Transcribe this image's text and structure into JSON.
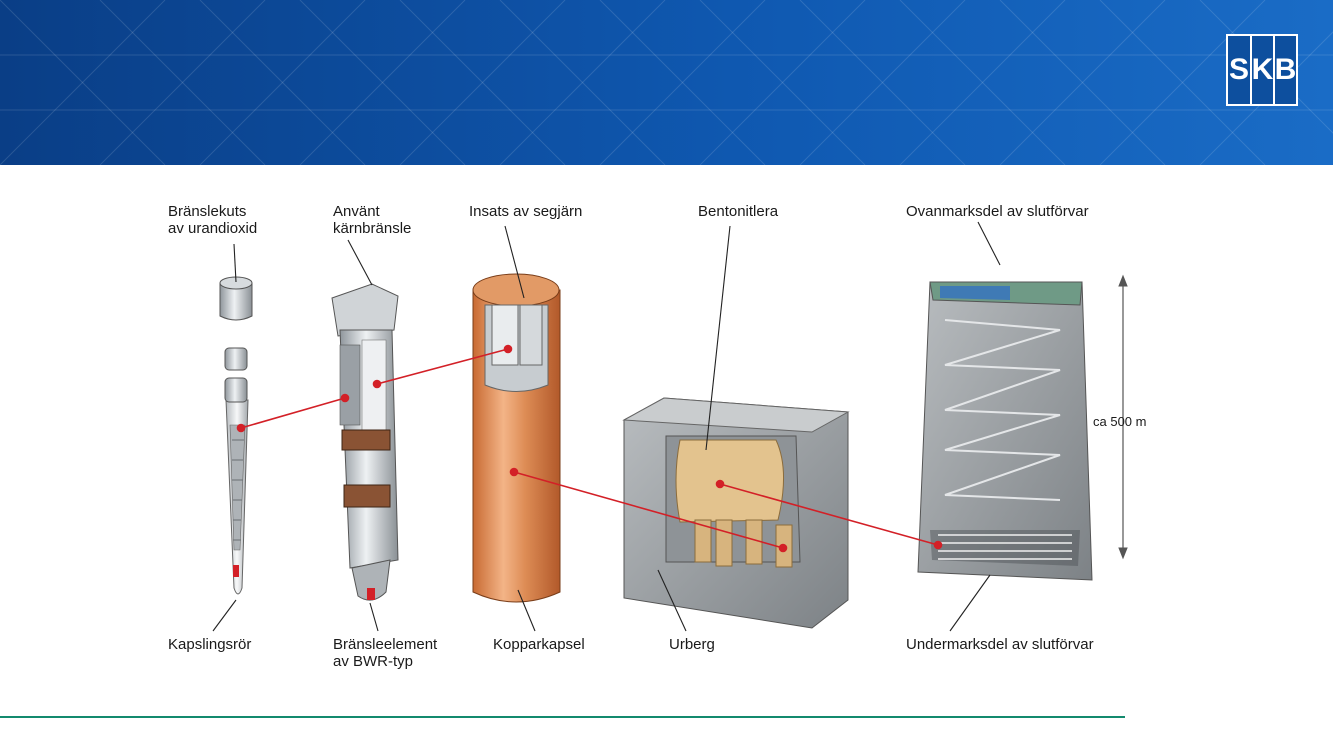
{
  "logo": {
    "letters": [
      "S",
      "K",
      "B"
    ]
  },
  "labels": {
    "pellet": "Bränslekuts\nav urandioxid",
    "spent_fuel": "Använt\nkärnbränsle",
    "insert": "Insats av segjärn",
    "bentonite": "Bentonitlera",
    "surface": "Ovanmarksdel av slutförvar",
    "cladding": "Kapslingsrör",
    "element": "Bränsleelement\nav BWR-typ",
    "copper": "Kopparkapsel",
    "bedrock": "Urberg",
    "underground": "Undermarksdel av slutförvar"
  },
  "depth_label": "ca 500 m",
  "colors": {
    "banner": "#0f58b0",
    "accent_line": "#138a6e",
    "connector": "#d32027",
    "copper": "#d9824a",
    "rock": "#9a9fa3",
    "bentonite": "#e2c28c"
  }
}
